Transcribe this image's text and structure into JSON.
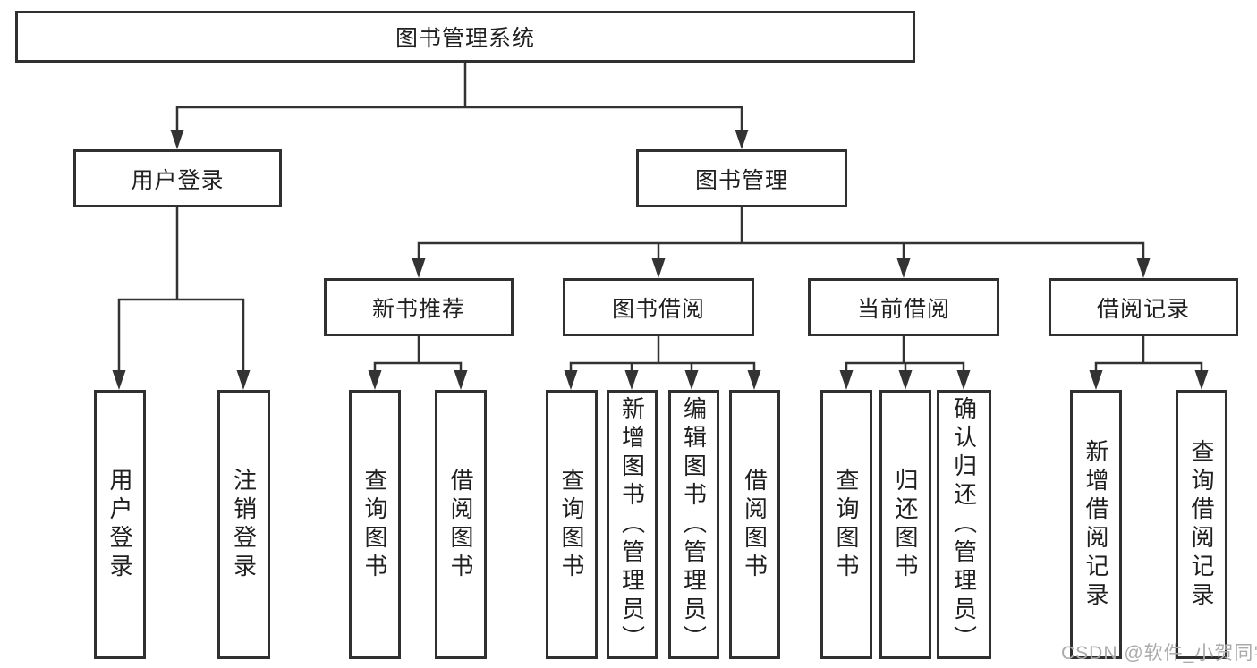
{
  "diagram_type": "hierarchy-tree",
  "tree": {
    "label": "图书管理系统",
    "children": [
      {
        "label": "用户登录",
        "children": [
          {
            "label": "用户登录"
          },
          {
            "label": "注销登录"
          }
        ]
      },
      {
        "label": "图书管理",
        "children": [
          {
            "label": "新书推荐",
            "children": [
              {
                "label": "查询图书"
              },
              {
                "label": "借阅图书"
              }
            ]
          },
          {
            "label": "图书借阅",
            "children": [
              {
                "label": "查询图书"
              },
              {
                "label": "新增图书（管理员）"
              },
              {
                "label": "编辑图书（管理员）"
              },
              {
                "label": "借阅图书"
              }
            ]
          },
          {
            "label": "当前借阅",
            "children": [
              {
                "label": "查询图书"
              },
              {
                "label": "归还图书"
              },
              {
                "label": "确认归还（管理员）"
              }
            ]
          },
          {
            "label": "借阅记录",
            "children": [
              {
                "label": "新增借阅记录"
              },
              {
                "label": "查询借阅记录"
              }
            ]
          }
        ]
      }
    ]
  },
  "watermark": "CSDN @软件_小贺同学",
  "colors": {
    "background": "#ffffff",
    "box_border": "#303030",
    "connector_line": "#333333",
    "text": "#1f1f1f",
    "watermark_text": "#ababab"
  }
}
